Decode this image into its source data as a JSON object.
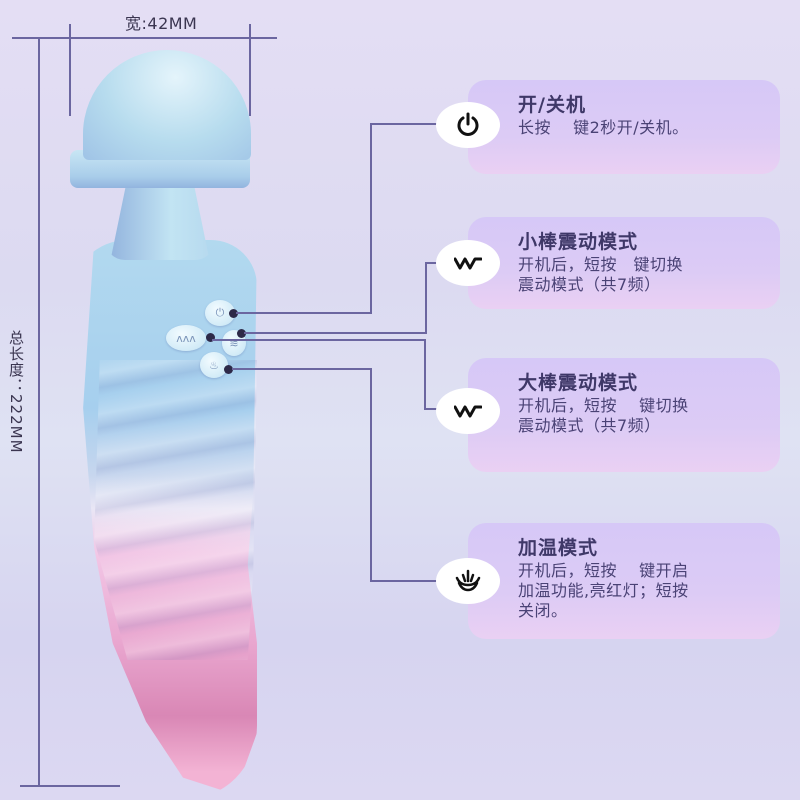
{
  "dimensions": {
    "width_label": "宽:42MM",
    "length_label": "总长度：222MM"
  },
  "features": [
    {
      "icon": "power-icon",
      "title": "开/关机",
      "description": "长按　 键2秒开/关机。"
    },
    {
      "icon": "vibration-wave-icon",
      "title": "小棒震动模式",
      "description": "开机后，短按　键切换\n震动模式（共7频）"
    },
    {
      "icon": "vibration-wave-icon",
      "title": "大棒震动模式",
      "description": "开机后，短按　 键切换\n震动模式（共7频）"
    },
    {
      "icon": "heat-flame-icon",
      "title": "加温模式",
      "description": "开机后，短按　 键开启\n加温功能,亮红灯；短按\n关闭。"
    }
  ],
  "device_buttons": [
    {
      "name": "power",
      "glyph": "⏻"
    },
    {
      "name": "small-vibration",
      "glyph": "ʌʌʌ"
    },
    {
      "name": "large-vibration",
      "glyph": "≋"
    },
    {
      "name": "heat",
      "glyph": "♨"
    }
  ],
  "colors": {
    "background": "#dcdaf1",
    "card": "#d6c8f7",
    "text_primary": "#3f3868",
    "leader_line": "#6b66a0",
    "device_blue": "#b2d9ef",
    "device_pink": "#e9a6cf"
  }
}
